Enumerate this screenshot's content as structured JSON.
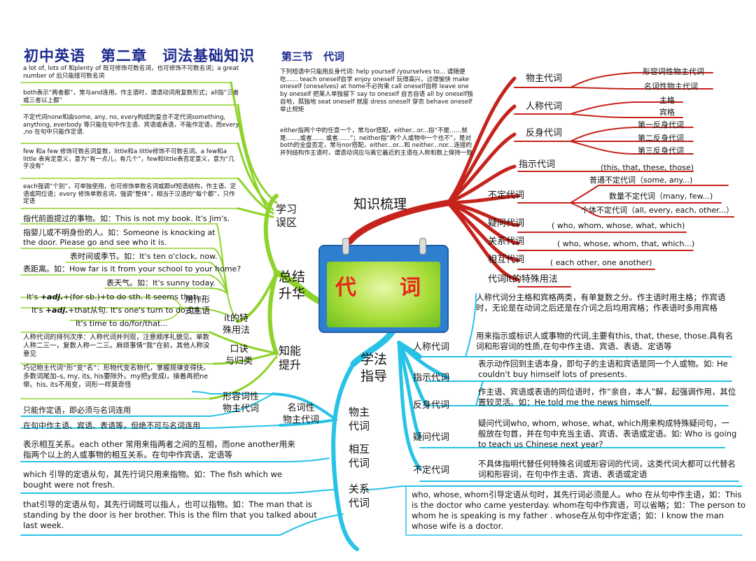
{
  "header": {
    "title": "初中英语　第二章　词法基础知识",
    "section": "第三节　代词"
  },
  "center": "代　词",
  "colors": {
    "green": "#8ed32b",
    "red": "#c5231c",
    "cyan": "#27c2e6",
    "title": "#1c2a8e",
    "calendar": "#2f7fd1"
  },
  "main": {
    "xiaoguo": "学习\n误区",
    "zongjie": "总结\n升华",
    "zhishi": "知识梳理",
    "xuefa": "学法\n指导",
    "zhineng": "知能\n提升"
  },
  "left_notes": {
    "n1": "a lot of, lots of 和plenty of 既可修饰可数名词，也可修饰不可数名词；a great number of 后只能接可数名词",
    "n2": "both表示“两者都”，常与and连用，作主语时，谓语动词用复数形式；all指“三者或三者以上都”",
    "n3": "不定代词none和由some, any, no, every构成的复合不定代词something, anything, everbody 等只能在句中作主语、宾语或表语，不能作定语，而every ,no 在句中只能作定语.",
    "n4": "few 和a few 修饰可数名词复数，little和a little修饰不可数名词。a few和a little 表肯定意义，意为“有一点儿，有几个”，few和little表否定意义，意为“几乎没有”",
    "n5": "each强调“个别”，可单独使用，也可修饰单数名词或跟of短语结构，作主语、定语或同位语；every 修饰单数名词，强调“整体”，相当于汉语的“每个都”，只作定语"
  },
  "it_usage": {
    "label": "it的特\n殊用法",
    "u1": "指代前面提过的事物。如：This is not my book. It's Jim's.",
    "u2": "指婴儿或不明身份的人。如：Someone is knocking at the door. Please go and see who it is.",
    "u3": "表时间或季节。如：It's ten o'clock, now.",
    "u4": "表距离。如：How far is it from your school to your home?",
    "u5": "表天气。如：It's sunny today.",
    "formal_label": "用作形\n式主语",
    "f1_pre": "It's ",
    "f1_em": "+adj.",
    "f1_post": "+(for sb.)+to do sth. It seems that...",
    "f2_pre": "It's ",
    "f2_em": "+adj.",
    "f2_post": "+that从句. It's one's turn to do sth.",
    "f3": "It's time to do/for/that..."
  },
  "koujue": {
    "label": "口诀\n与归类",
    "k1": "人称代词的排列次序：人称代词并列现，注意顺序礼貌见。单数人称二三一，复数人称一二三。麻烦事情“我”在前，其他人称没意见",
    "k2": "巧记物主代词“形”变“名”：形物代变名物代，掌握规律变得快。多数词尾加–s, my, its, his要除外。my把y变成i，接着再把ne带。his, its不用变，词形一样莫奇怪"
  },
  "possessive": {
    "adj_label": "形容词性\n物主代词",
    "adj_note": "只能作定语，即必须与名词连用",
    "noun_label": "名词性\n物主代词",
    "noun_note": "在句中作主语、宾语、表语等，但绝不可与名词连用",
    "main_label": "物主\n代词"
  },
  "reciprocal": {
    "label": "相互\n代词",
    "note": "表示相互关系。each other 常用来指两者之间的互相，而one another用来指两个以上的人或事物的相互关系。在句中作宾语、定语等"
  },
  "relative": {
    "label": "关系\n代词",
    "which": "which 引导的定语从句，其先行词只用来指物。如：The fish which we bought were not fresh.",
    "that": "that引导的定语从句，其先行词既可以指人，也可以指物。如：The man that is standing by the door is her brother.  This is  the film  that you talked about last week.",
    "who": "who, whose, whom引导定语从句时，其先行词必须是人。who 在从句中作主语，如：This is the doctor who came yesterday. whom在句中作宾语，可以省略；如：The person to whom he is speaking is my father .  whose在从句中作定语；如：I know the man whose wife is a doctor."
  },
  "reflexive_note": "下列短语中只能用反身代词: help yourself /yourselves to... 请随便吃…… teach oneself自学 enjoy oneself 玩得高兴，过得愉快 make oneself (oneselves) at home不必拘束 call oneself自称 leave one by oneself 把某人单独留下 say to oneself 自言自语 all by oneself独自地，孤独地 seat oneself 就座 dress oneself 穿衣 behave oneself 举止规矩",
  "either_note": "either指两个中的任意一个，常与or搭配，either...or...指“不是……就是……,或者…… 或者……”；neither指“两个人或物中一个也不”，是对both的全盘否定，常与nor搭配。either...or...和 neither...nor...连接的并列结构作主语时，谓语动词应与离它最近的主语在人称和数上保持一致",
  "knowledge": {
    "possessive": "物主代词",
    "adj_possessive": "形容词性物主代词",
    "noun_possessive": "名词性物主代词",
    "personal": "人称代词",
    "subject": "主格",
    "object": "宾格",
    "reflexive": "反身代词",
    "r1": "第一反身代词",
    "r2": "第二反身代词",
    "r3": "第三反身代词",
    "demonstrative": "指示代词",
    "demo_list": "(this, that, these, those)",
    "indefinite": "不定代词",
    "ind1": "普通不定代词（some, any...)",
    "ind2": "数量不定代词（many, few...)",
    "ind3": "个体不定代词（all, every, each, other...）",
    "interrogative": "疑问代词",
    "inter_list": "( who, whom, whose, what, which)",
    "rel": "关系代词",
    "rel_list": "( who, whose, whom, that, which...)",
    "recip": "相互代词",
    "recip_list": "( each other, one another)",
    "it_special": "代词it的特殊用法"
  },
  "guidance": {
    "personal": "人称代词",
    "personal_note": "人称代词分主格和宾格两类，有单复数之分。作主语时用主格；作宾语时，无论是在动词之后还是在介词之后均用宾格；作表语时多用宾格",
    "demo": "指示代词",
    "demo_note": "用来指示或标识人或事物的代词,主要有this, that, these, those.具有名词和形容词的性质,在句中作主语、宾语、表语、定语等",
    "reflexive": "反身代词",
    "reflexive_note1": "表示动作回到主语本身，即句子的主语和宾语是同一个人或物。如: He couldn't buy himself lots of presents.",
    "reflexive_note2": "作主语、宾语或表语的同位语时，作“亲自，本人”解，起强调作用，其位置较灵活。如：He told me the news himself.",
    "inter": "疑问代词",
    "inter_note": "疑问代词who, whom, whose, what, which用来构成特殊疑问句，一般放在句首，并在句中充当主语、宾语、表语或定语。如: Who is going to teach us Chinese next year?",
    "indef": "不定代词",
    "indef_note": "不具体指明代替任何特殊名词或形容词的代词，这类代词大都可以代替名词和形容词，在句中作主语、宾语、表语或定语"
  }
}
